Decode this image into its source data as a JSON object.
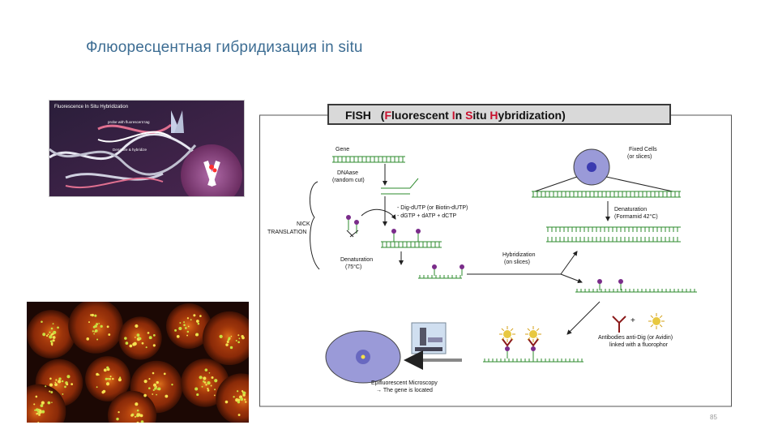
{
  "slide": {
    "title": "Флюоресцентная гибридизация in situ",
    "page_number": "85"
  },
  "thumbnail": {
    "caption": "Fluorescence In Situ Hybridization",
    "label_probe": "probe with fluorescent tag",
    "label_denature": "Denature & hybridize"
  },
  "diagram": {
    "title_prefix": "FISH",
    "title_open": "(",
    "title_F": "F",
    "title_luorescent": "luorescent ",
    "title_I": "I",
    "title_n": "n ",
    "title_S": "S",
    "title_itu": "itu ",
    "title_H": "H",
    "title_ybridization": "ybridization)",
    "gene": "Gene",
    "dnase_1": "DNAase",
    "dnase_2": "(random cut)",
    "nick_1": "NICK",
    "nick_2": "TRANSLATION",
    "nt_1": "- Dig-dUTP (or Biotin-dUTP)",
    "nt_2": "- dGTP + dATP + dCTP",
    "denat_left_1": "Denaturation",
    "denat_left_2": "(75°C)",
    "fixed_1": "Fixed Cells",
    "fixed_2": "(or slices)",
    "denat_right_1": "Denaturation",
    "denat_right_2": "(Formamid 42°C)",
    "hyb_1": "Hybridization",
    "hyb_2": "(on slices)",
    "plus": "+",
    "antibodies_1": "Antibodies anti-Dig (or Avidin)",
    "antibodies_2": "linked with a fluorophor",
    "epi_1": "Epifluorescent Microscopy",
    "epi_2": "→ The gene is located"
  },
  "colors": {
    "title": "#3d6d93",
    "dna_green": "#2e8b2e",
    "probe_purple": "#7a2c8a",
    "fish_header_bg": "#3a3a3a",
    "fish_accent": "#d4a017"
  }
}
